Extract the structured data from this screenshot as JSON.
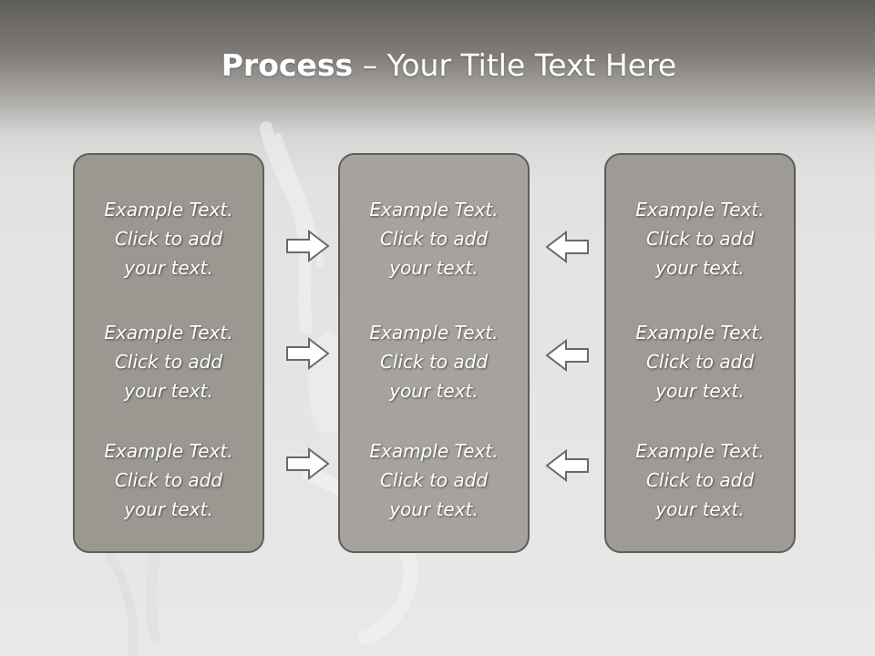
{
  "title": {
    "bold": "Process",
    "rest": " – Your Title Text Here"
  },
  "columns": [
    {
      "items": [
        {
          "lines": [
            "Example Text.",
            "Click  to add",
            "your text."
          ]
        },
        {
          "lines": [
            "Example Text.",
            "Click  to add",
            "your text."
          ]
        },
        {
          "lines": [
            "Example Text.",
            "Click  to add",
            "your text."
          ]
        }
      ]
    },
    {
      "items": [
        {
          "lines": [
            "Example Text.",
            "Click  to add",
            "your text."
          ]
        },
        {
          "lines": [
            "Example Text.",
            "Click  to add",
            "your text."
          ]
        },
        {
          "lines": [
            "Example Text.",
            "Click  to add",
            "your text."
          ]
        }
      ]
    },
    {
      "items": [
        {
          "lines": [
            "Example Text.",
            "Click  to add",
            "your text."
          ]
        },
        {
          "lines": [
            "Example Text.",
            "Click  to add",
            "your text."
          ]
        },
        {
          "lines": [
            "Example Text.",
            "Click  to add",
            "your text."
          ]
        }
      ]
    }
  ],
  "icons": {
    "left_arrows": "arrow-right-icon",
    "right_arrows": "arrow-left-icon"
  },
  "colors": {
    "header": "#5f5d5a",
    "box_fill": "#a6a29d",
    "box_border": "#5f5d5a",
    "text": "#ffffff"
  }
}
